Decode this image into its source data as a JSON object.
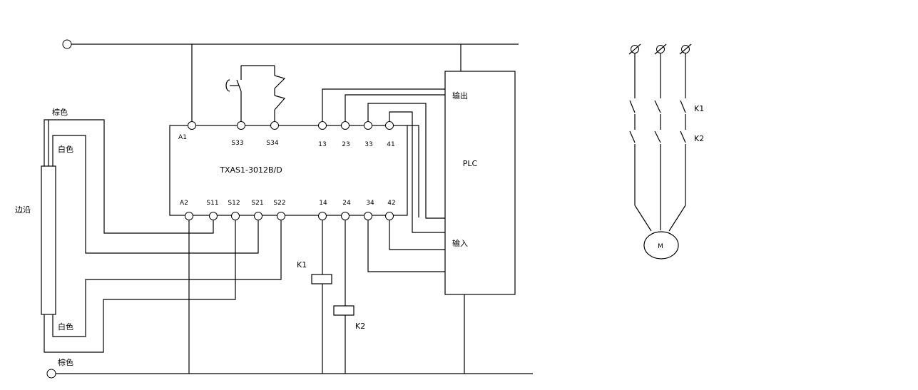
{
  "relay": {
    "model": "TXAS1-3012B/D",
    "top_terminals": [
      "A1",
      "S33",
      "S34",
      "13",
      "23",
      "33",
      "41"
    ],
    "bottom_terminals": [
      "A2",
      "S11",
      "S12",
      "S21",
      "S22",
      "14",
      "24",
      "34",
      "42"
    ]
  },
  "edge_sensor": {
    "label": "边沿",
    "wires": {
      "brown_top": "棕色",
      "white_top": "白色",
      "white_bottom": "白色",
      "brown_bottom": "棕色"
    }
  },
  "plc": {
    "label": "PLC",
    "output_label": "输出",
    "input_label": "输入"
  },
  "coils": {
    "k1": "K1",
    "k2": "K2"
  },
  "motor_circuit": {
    "motor_label": "M",
    "contact_k1": "K1",
    "contact_k2": "K2"
  }
}
